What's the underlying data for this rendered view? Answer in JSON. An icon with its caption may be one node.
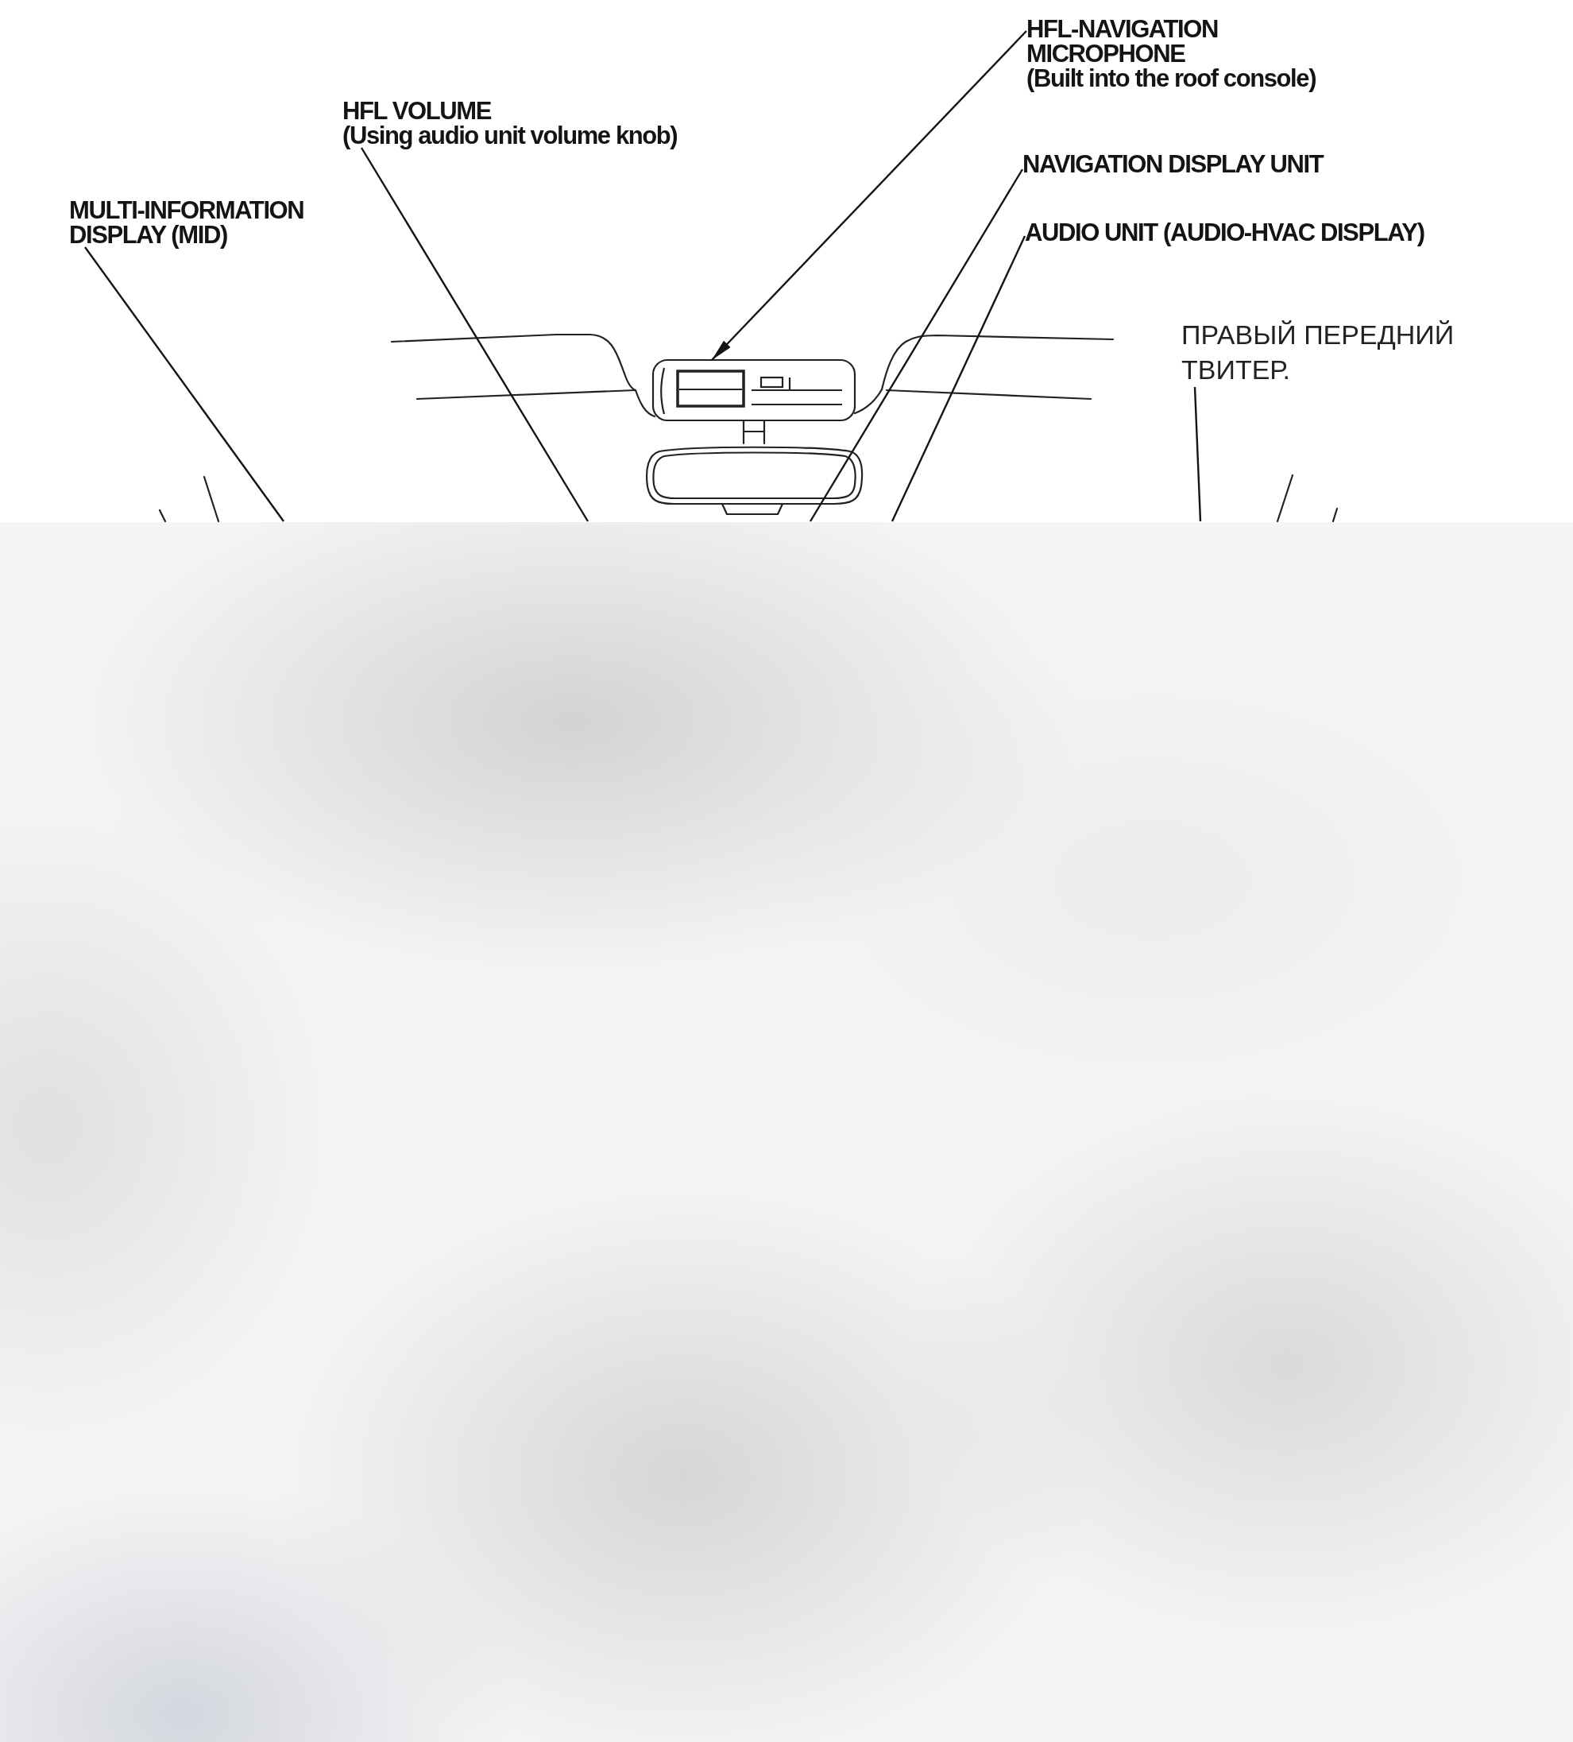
{
  "diagram": {
    "nodes": [
      {
        "text": [
          "MULTI-INFORMATION DISPLAY (MID)"
        ]
      },
      {
        "text": [
          "HFL VOLUME",
          "(Using audio unit volume knob)"
        ]
      },
      {
        "text": [
          "HFL-NAVIGATION MICROPHONE",
          "(Built into the roof console)"
        ]
      },
      {
        "text": [
          "NAVIGATION DISPLAY UNIT"
        ]
      },
      {
        "text": [
          "AUDIO UNIT (AUDIO-HVAC DISPLAY)"
        ]
      },
      {
        "text": [
          "ПРАВЫЙ ПЕРЕДНИЙ ТВИТЕР."
        ]
      },
      {
        "text": [],
        "shape": "box"
      }
    ],
    "edges": [
      {
        "from": 0,
        "to": null,
        "arrow": "none"
      },
      {
        "from": 1,
        "to": null,
        "arrow": "none"
      },
      {
        "from": 2,
        "to": 6,
        "arrow": "to"
      },
      {
        "from": 3,
        "to": null,
        "arrow": "none"
      },
      {
        "from": 4,
        "to": null,
        "arrow": "none"
      },
      {
        "from": 5,
        "to": null,
        "arrow": "none"
      }
    ]
  }
}
